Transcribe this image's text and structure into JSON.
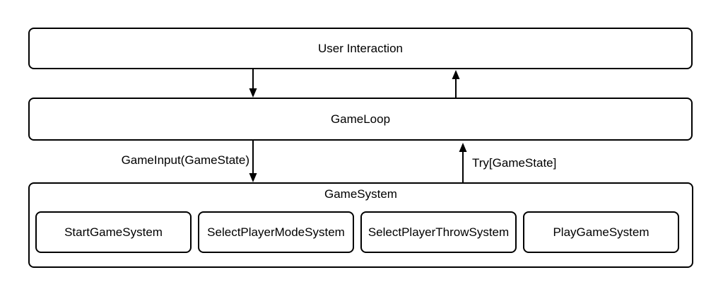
{
  "diagram": {
    "colors": {
      "stroke": "#000000",
      "background": "#ffffff",
      "text": "#000000"
    },
    "boxes": {
      "user_interaction": {
        "label": "User Interaction"
      },
      "game_loop": {
        "label": "GameLoop"
      },
      "game_system": {
        "label": "GameSystem",
        "children": [
          {
            "label": "StartGameSystem"
          },
          {
            "label": "SelectPlayerModeSystem"
          },
          {
            "label": "SelectPlayerThrowSystem"
          },
          {
            "label": "PlayGameSystem"
          }
        ]
      }
    },
    "edges": [
      {
        "from": "User Interaction",
        "to": "GameLoop",
        "label": ""
      },
      {
        "from": "GameLoop",
        "to": "User Interaction",
        "label": ""
      },
      {
        "from": "GameLoop",
        "to": "GameSystem",
        "label": "GameInput(GameState)"
      },
      {
        "from": "GameSystem",
        "to": "GameLoop",
        "label": "Try[GameState]"
      }
    ]
  }
}
